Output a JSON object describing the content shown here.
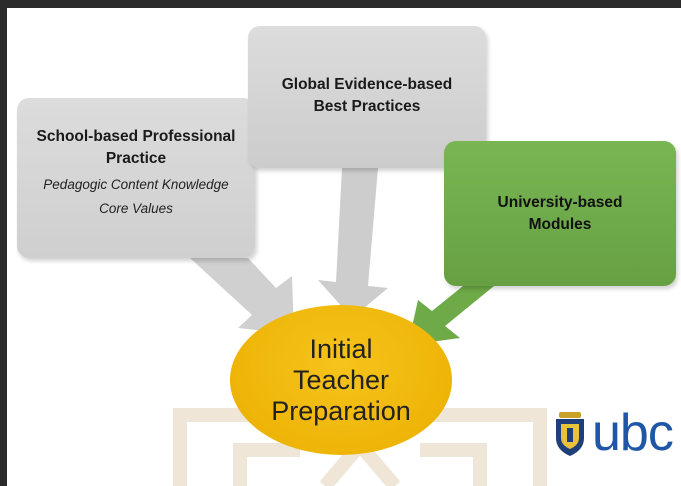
{
  "diagram": {
    "school_box": {
      "title_line1": "School-based Professional",
      "title_line2": "Practice",
      "italic_line1": "Pedagogic Content Knowledge",
      "italic_line2": "Core Values"
    },
    "global_box": {
      "title_line1": "Global Evidence-based",
      "title_line2": "Best Practices"
    },
    "university_box": {
      "title_line1": "University-based",
      "title_line2": "Modules"
    },
    "center": {
      "line1": "Initial",
      "line2": "Teacher",
      "line3": "Preparation"
    },
    "logo": {
      "text": "ubc",
      "icon": "university-crest-icon"
    },
    "colors": {
      "gray_box": "#d4d4d4",
      "green_box": "#6fab4b",
      "center_ellipse": "#f2bb10",
      "gray_arrow": "#cfcfcf",
      "green_arrow": "#6eaa48",
      "logo_blue": "#1f57a6"
    }
  }
}
